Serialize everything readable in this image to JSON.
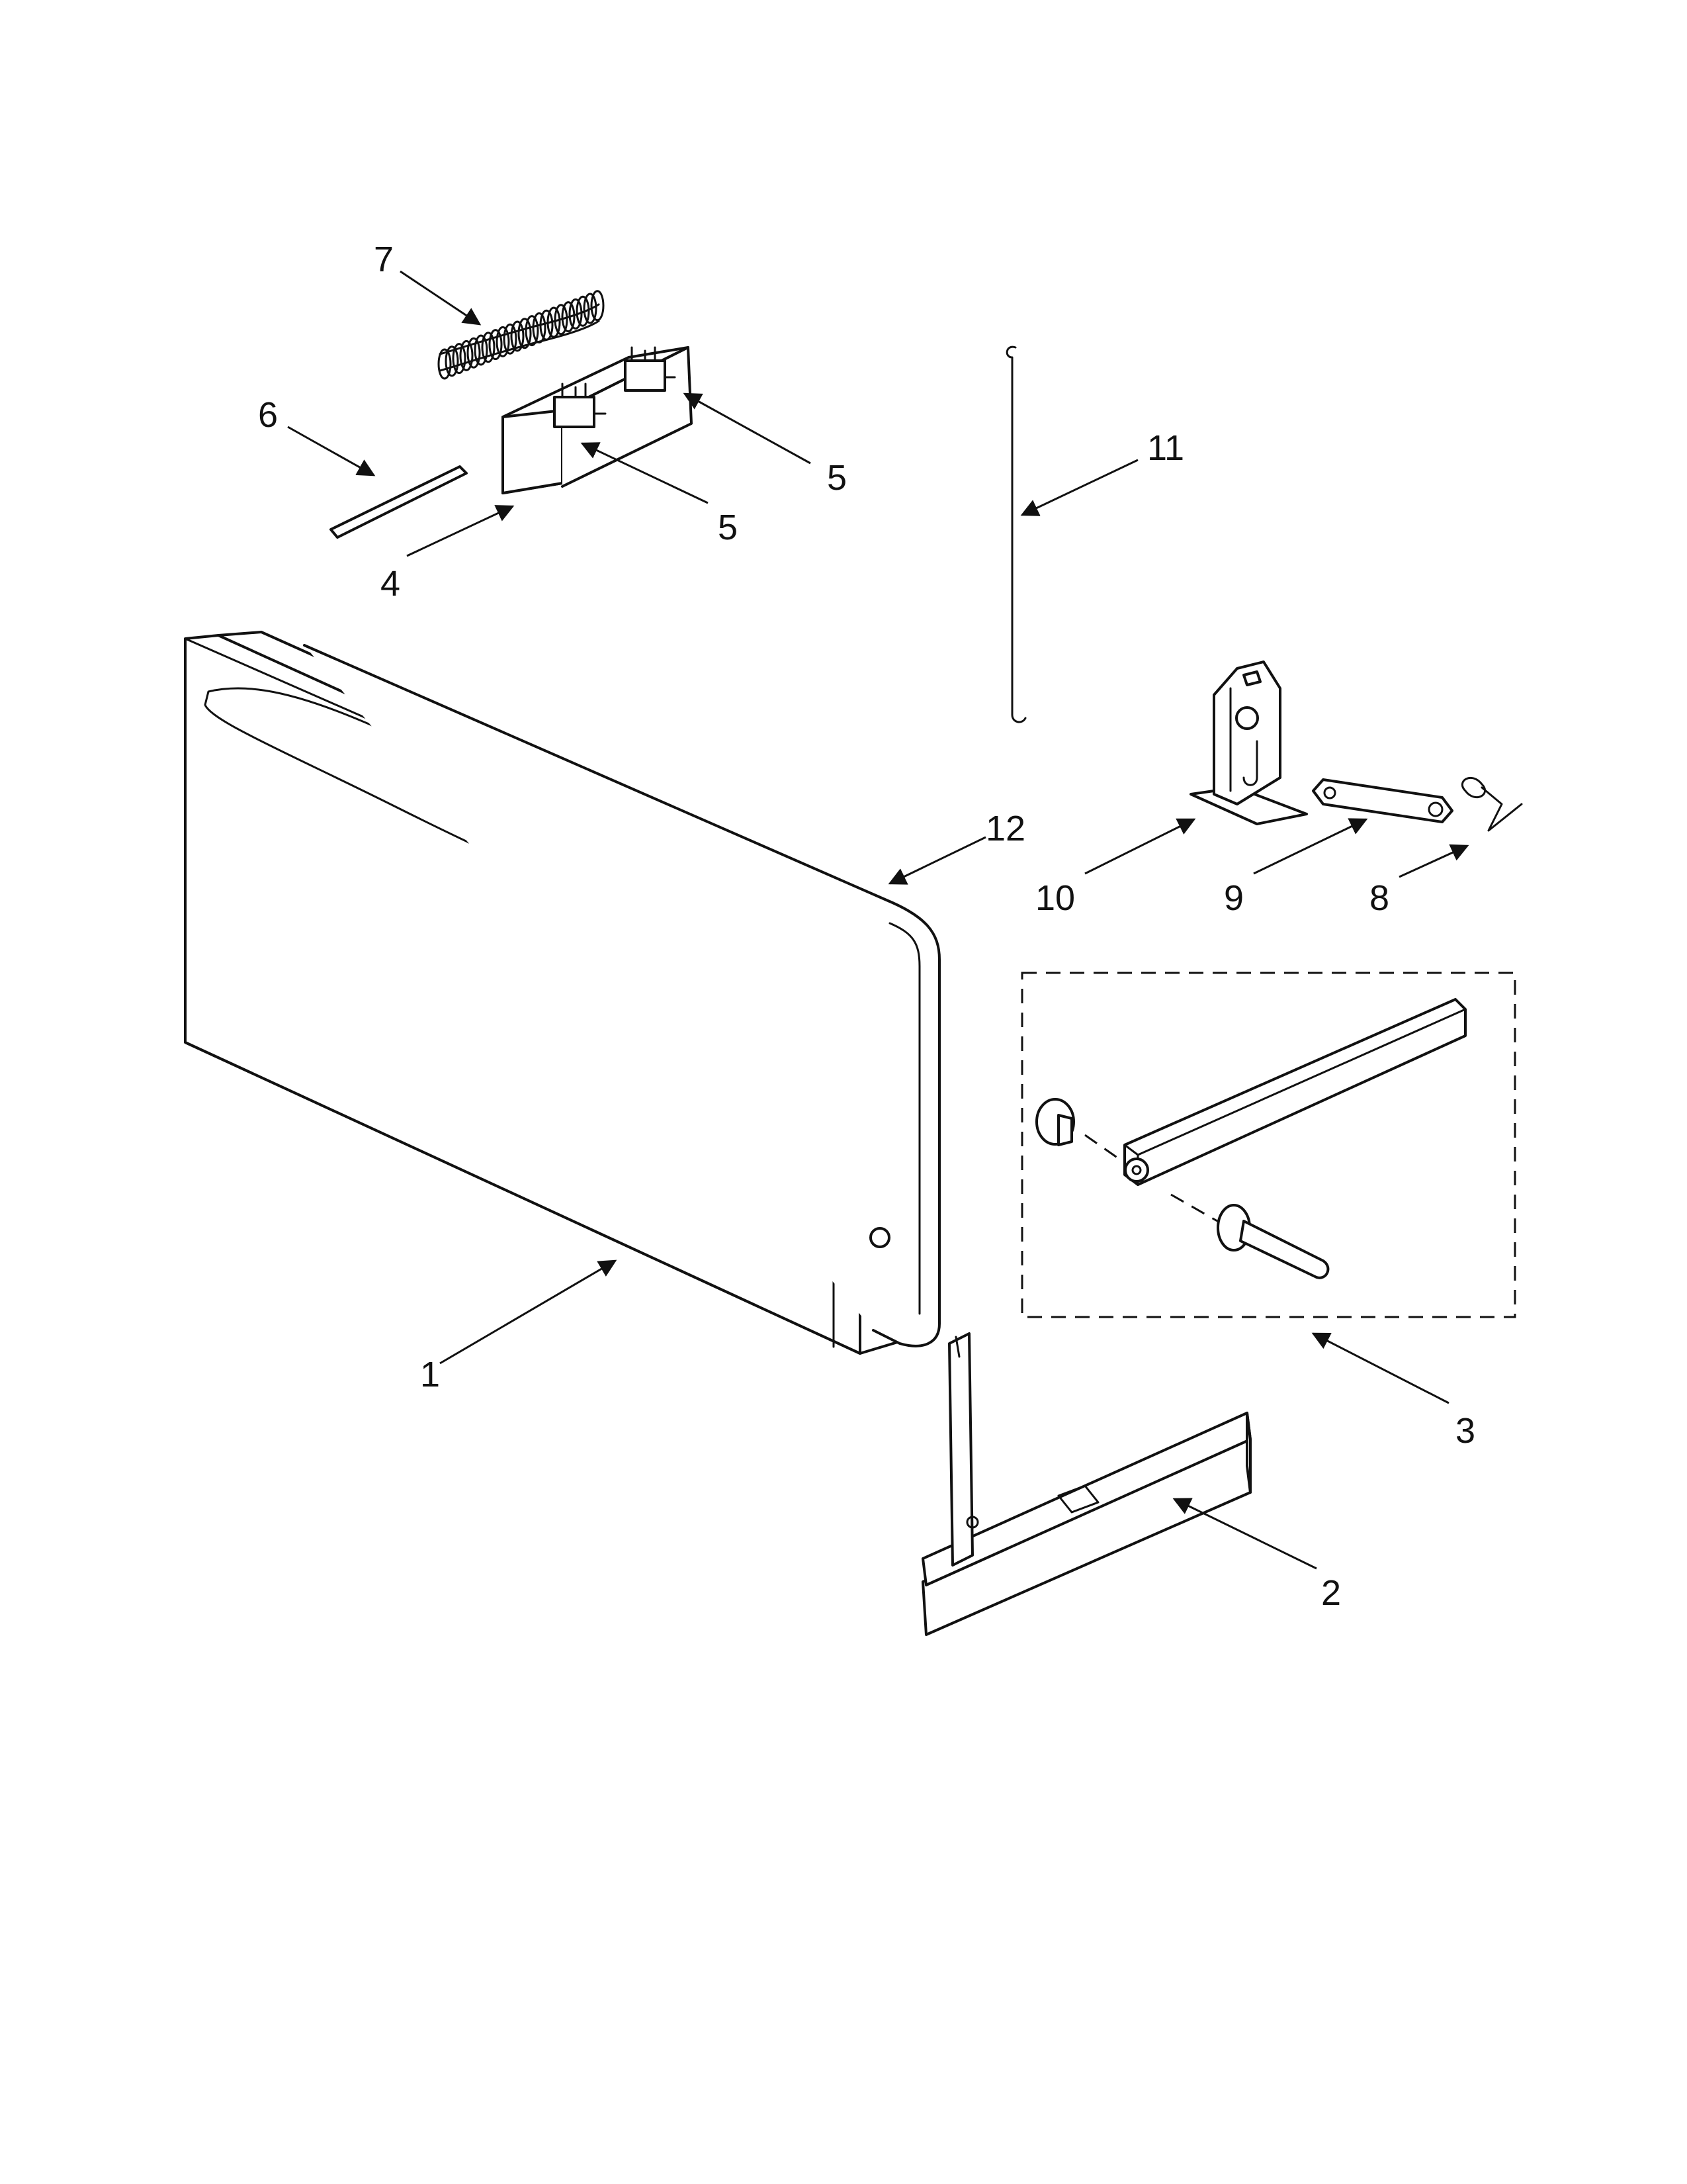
{
  "diagram": {
    "callouts": {
      "c1": "1",
      "c2": "2",
      "c3": "3",
      "c4": "4",
      "c5a": "5",
      "c5b": "5",
      "c6": "6",
      "c7": "7",
      "c8": "8",
      "c9": "9",
      "c10": "10",
      "c11": "11",
      "c12": "12"
    },
    "colors": {
      "line": "#111111",
      "background": "#ffffff"
    }
  }
}
